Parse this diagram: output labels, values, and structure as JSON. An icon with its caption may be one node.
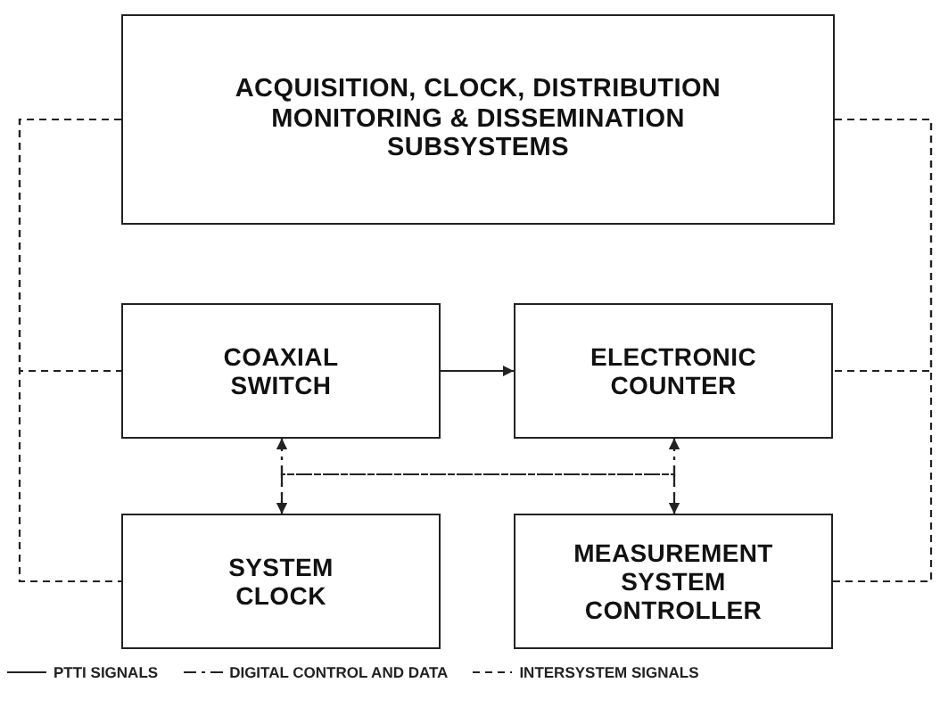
{
  "diagram": {
    "nodes": [
      {
        "text": [
          "ACQUISITION, CLOCK, DISTRIBUTION MONITORING & DISSEMINATION SUBSYSTEMS"
        ]
      },
      {
        "text": [
          "COAXIAL SWITCH"
        ]
      },
      {
        "text": [
          "ELECTRONIC COUNTER"
        ]
      },
      {
        "text": [
          "SYSTEM CLOCK"
        ]
      },
      {
        "text": [
          "MEASUREMENT SYSTEM CONTROLLER"
        ]
      }
    ],
    "edges": [
      {
        "from": 1,
        "to": 2,
        "arrow": "to"
      },
      {
        "from": 0,
        "to": 1,
        "arrow": "none",
        "style": "dashed"
      },
      {
        "from": 0,
        "to": 3,
        "arrow": "none",
        "style": "dashed"
      },
      {
        "from": 0,
        "to": 2,
        "arrow": "none",
        "style": "dashed"
      },
      {
        "from": 0,
        "to": 4,
        "arrow": "none",
        "style": "dashed"
      },
      {
        "from": 1,
        "to": 3,
        "arrow": "both",
        "style": "dashed"
      },
      {
        "from": 2,
        "to": 4,
        "arrow": "both",
        "style": "dashed"
      },
      {
        "from": 1,
        "to": 4,
        "arrow": "both",
        "style": "dashed"
      },
      {
        "from": 2,
        "to": 3,
        "arrow": "both",
        "style": "dashed"
      }
    ],
    "legend": [
      {
        "text": "PTTI SIGNALS"
      },
      {
        "text": "DIGITAL CONTROL AND DATA"
      },
      {
        "text": "INTERSYSTEM SIGNALS"
      }
    ]
  }
}
